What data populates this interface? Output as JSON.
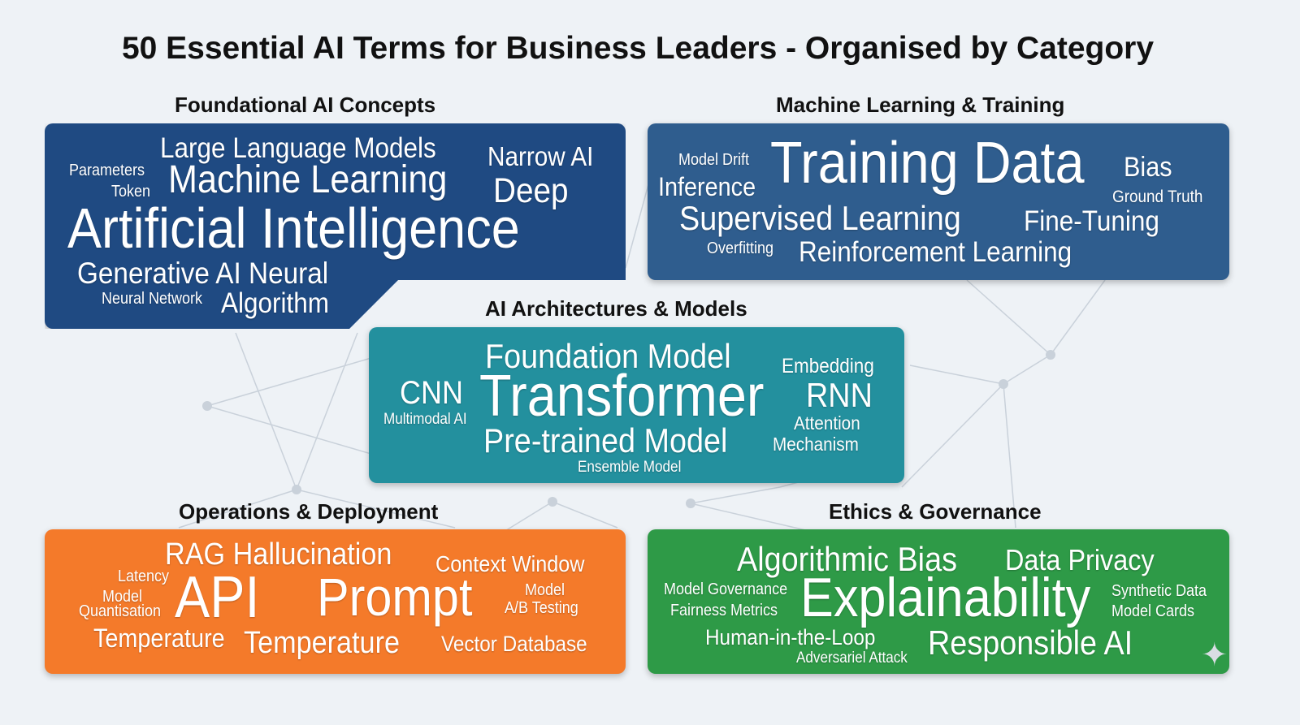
{
  "title": "50 Essential AI Terms for Business Leaders - Organised by Category",
  "colors": {
    "foundational": "#1f4a82",
    "ml": "#2f5d8e",
    "architectures": "#23909e",
    "operations": "#f47a2a",
    "ethics": "#2e9a47"
  },
  "foundational": {
    "heading": "Foundational AI Concepts",
    "words": [
      "Large Language Models",
      "Narrow AI",
      "Parameters",
      "Token",
      "Machine Learning",
      "Deep",
      "Artificial Intelligence",
      "Generative AI Neural",
      "Neural Network",
      "Algorithm"
    ]
  },
  "ml": {
    "heading": "Machine Learning & Training",
    "words": [
      "Model Drift",
      "Training Data",
      "Bias",
      "Inference",
      "Ground Truth",
      "Supervised Learning",
      "Fine-Tuning",
      "Overfitting",
      "Reinforcement Learning"
    ]
  },
  "architectures": {
    "heading": "AI Architectures & Models",
    "words": [
      "Foundation Model",
      "Embedding",
      "CNN",
      "Transformer",
      "RNN",
      "Multimodal AI",
      "Attention",
      "Pre-trained Model",
      "Mechanism",
      "Ensemble Model"
    ]
  },
  "operations": {
    "heading": "Operations & Deployment",
    "words": [
      "RAG Hallucination",
      "Context Window",
      "Latency",
      "API",
      "Prompt",
      "Model",
      "Model",
      "A/B Testing",
      "Quantisation",
      "Temperature",
      "Temperature",
      "Vector Database"
    ]
  },
  "ethics": {
    "heading": "Ethics & Governance",
    "words": [
      "Algorithmic Bias",
      "Data Privacy",
      "Model Governance",
      "Explainability",
      "Synthetic Data",
      "Fairness Metrics",
      "Model Cards",
      "Human-in-the-Loop",
      "Responsible AI",
      "Adversariel Attack"
    ]
  }
}
